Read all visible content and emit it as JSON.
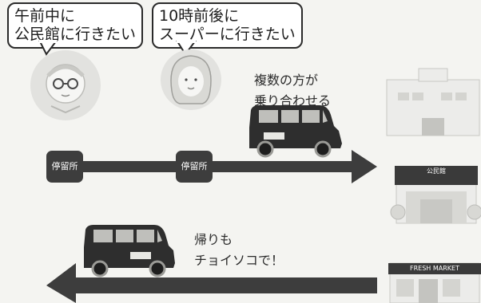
{
  "bubbles": {
    "left": [
      "午前中に",
      "公民館に行きたい"
    ],
    "right": [
      "10時前後に",
      "スーパーに行きたい"
    ]
  },
  "captions": {
    "top": [
      "複数の方が",
      "乗り合わせる"
    ],
    "bottom": [
      "帰りも",
      "チョイソコで！"
    ]
  },
  "stops": [
    "停留所",
    "停留所"
  ],
  "buildings": {
    "community_hall_sign": "公民館",
    "supermarket_sign": "FRESH MARKET"
  },
  "colors": {
    "background": "#f4f4f1",
    "road": "#3d3d3d",
    "taxi": "#2e2e2e"
  }
}
